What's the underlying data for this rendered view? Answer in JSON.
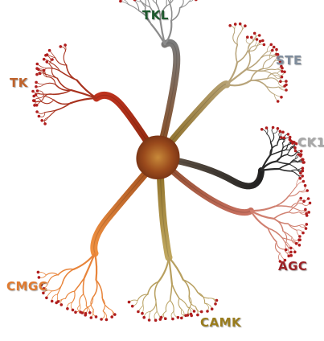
{
  "families": [
    {
      "id": "tkl",
      "label": "TKL",
      "color": "#1e5a2e"
    },
    {
      "id": "ste",
      "label": "STE",
      "color": "#7e8c9c"
    },
    {
      "id": "tk",
      "label": "TK",
      "color": "#c0622a"
    },
    {
      "id": "ck1",
      "label": "CK1",
      "color": "#a8a8a8"
    },
    {
      "id": "agc",
      "label": "AGC",
      "color": "#9b2226"
    },
    {
      "id": "cmgc",
      "label": "CMGC",
      "color": "#e07a2f"
    },
    {
      "id": "camk",
      "label": "CAMK",
      "color": "#9a7d1e"
    }
  ]
}
